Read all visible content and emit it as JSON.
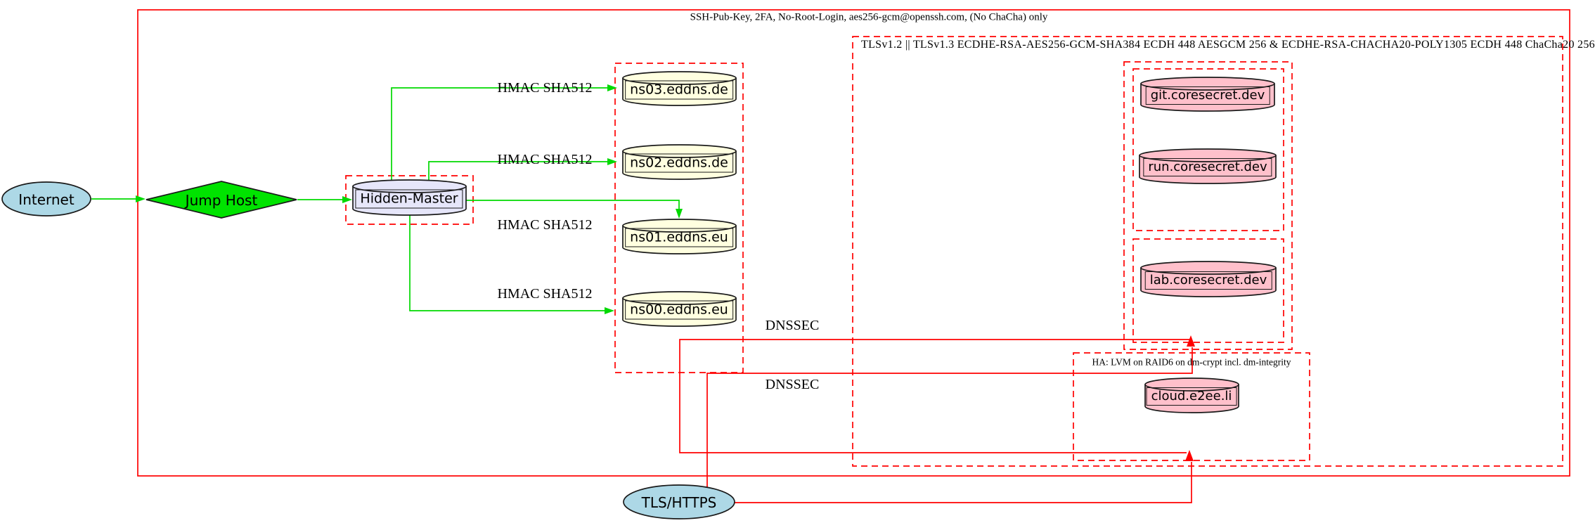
{
  "diagram": {
    "title_context": "network security diagram",
    "clusters": {
      "ssh_label": "SSH-Pub-Key, 2FA, No-Root-Login, aes256-gcm@openssh.com, (No ChaCha) only",
      "tls_label": "TLSv1.2 || TLSv1.3 ECDHE-RSA-AES256-GCM-SHA384 ECDH 448 AESGCM 256 & ECDHE-RSA-CHACHA20-POLY1305 ECDH 448 ChaCha20 256",
      "ha_label": "HA: LVM on RAID6 on dm-crypt incl. dm-integrity"
    },
    "nodes": {
      "internet": "Internet",
      "jump_host": "Jump Host",
      "hidden_master": "Hidden-Master",
      "ns03": "ns03.eddns.de",
      "ns02": "ns02.eddns.de",
      "ns01": "ns01.eddns.eu",
      "ns00": "ns00.eddns.eu",
      "git": "git.coresecret.dev",
      "run": "run.coresecret.dev",
      "lab": "lab.coresecret.dev",
      "cloud": "cloud.e2ee.li",
      "tls_https": "TLS/HTTPS"
    },
    "edge_labels": {
      "hmac": "HMAC SHA512",
      "dnssec": "DNSSEC"
    },
    "colors": {
      "ellipse_fill": "#add8e6",
      "diamond_fill": "#00e300",
      "master_fill": "#e6e6fa",
      "dns_fill": "#ffffe0",
      "vserver_fill": "#ffc0cb",
      "edge_green": "#00d900",
      "edge_red": "#ff0000",
      "outline": "#1a1a1a"
    }
  }
}
